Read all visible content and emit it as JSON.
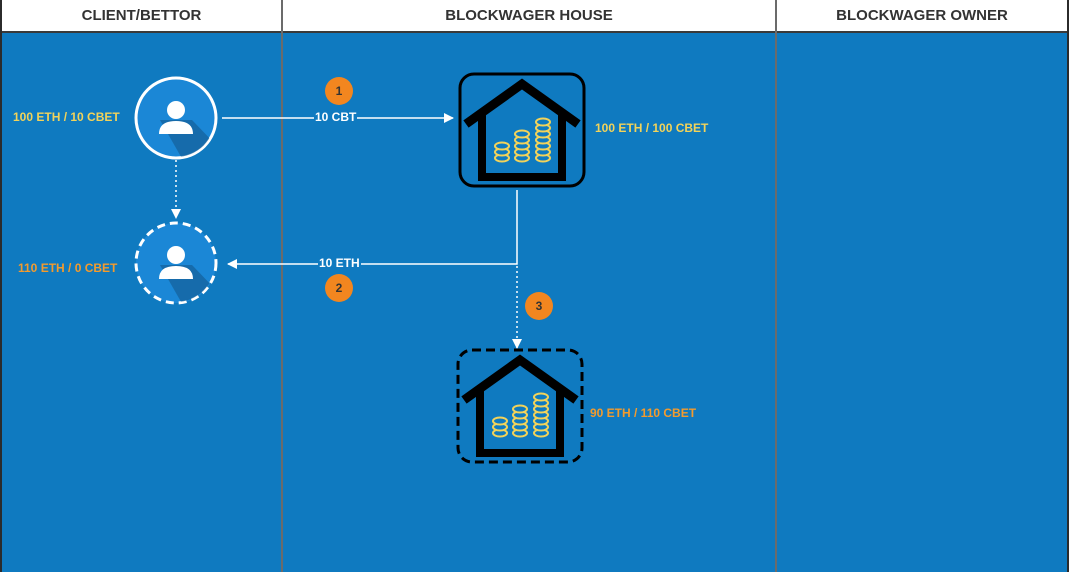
{
  "lanes": {
    "client": "CLIENT/BETTOR",
    "house": "BLOCKWAGER HOUSE",
    "owner": "BLOCKWAGER OWNER"
  },
  "balances": {
    "client_before": "100 ETH / 10 CBET",
    "client_after": "110 ETH / 0 CBET",
    "house_before": "100 ETH / 100 CBET",
    "house_after": "90 ETH / 110 CBET"
  },
  "flows": {
    "to_house": "10 CBT",
    "to_client": "10 ETH"
  },
  "steps": [
    "1",
    "2",
    "3"
  ],
  "colors": {
    "background": "#0f7ac0",
    "header": "#ffffff",
    "yellow_label": "#f2d35a",
    "orange_label": "#f39b2d",
    "step_badge": "#f2861f",
    "user_circle": "#1b87d6"
  }
}
